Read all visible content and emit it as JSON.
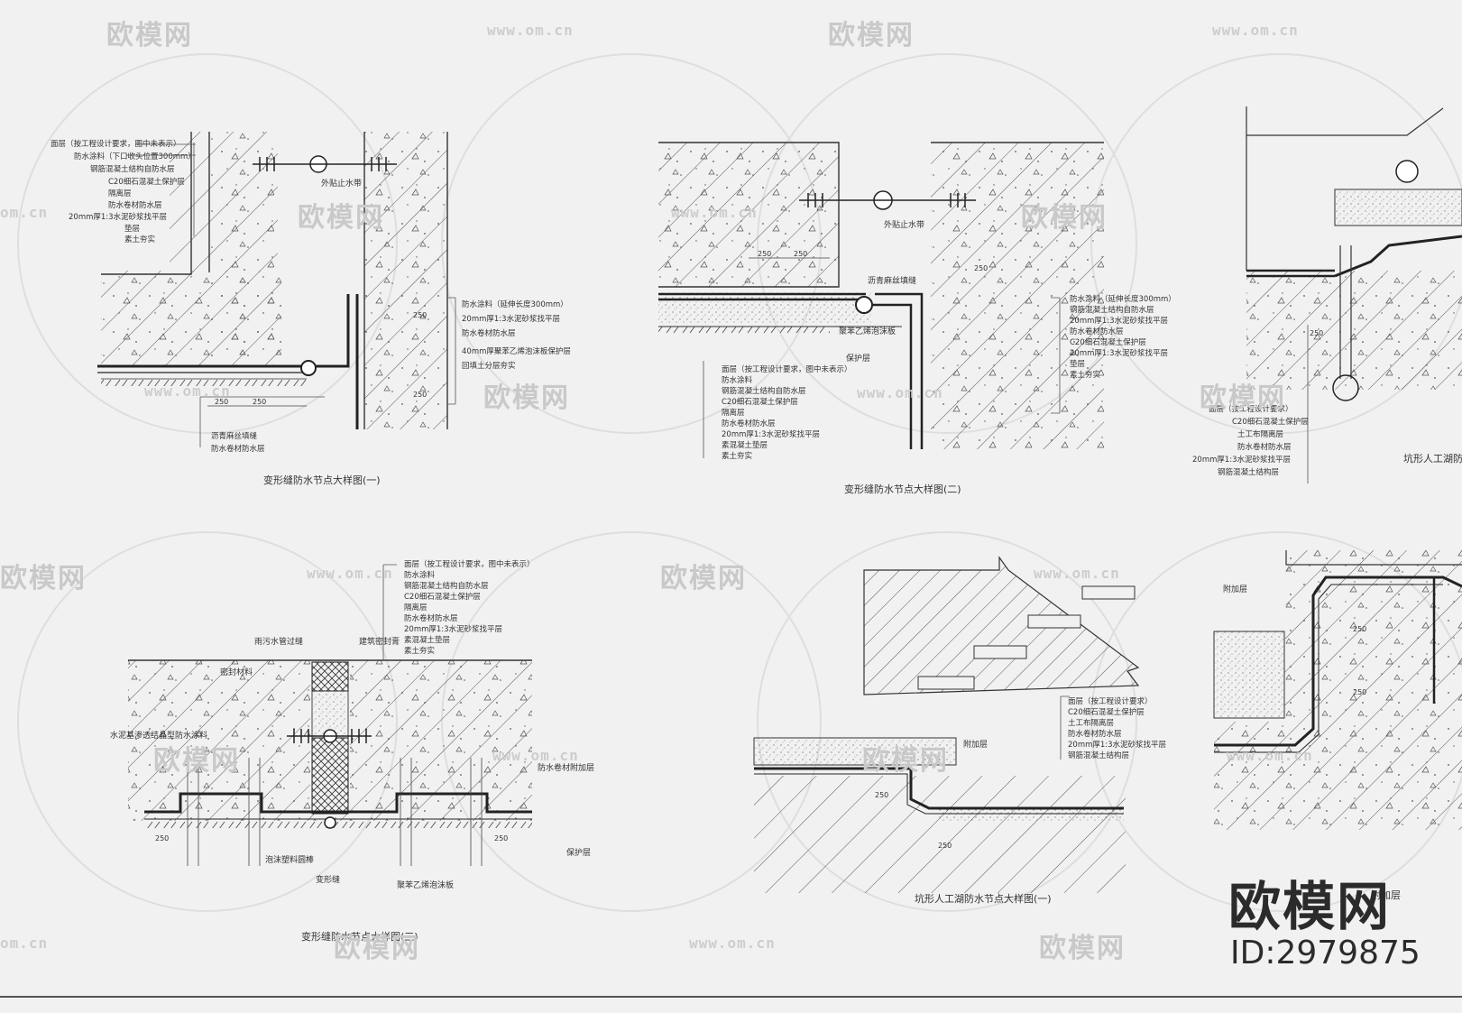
{
  "watermark": {
    "brand_text": "欧模网",
    "url_text": "www.om.cn",
    "url_fragment": "om.cn",
    "id_text": "ID:2979875"
  },
  "drawings": [
    {
      "caption": "变形缝防水节点大样图(一)",
      "callouts_top": [
        "面层（按工程设计要求，图中未表示）",
        "防水涂料（下口收头位置300mm）",
        "钢筋混凝土结构自防水层",
        "C20细石混凝土保护层",
        "隔离层",
        "防水卷材防水层",
        "20mm厚1:3水泥砂浆找平层",
        "垫层",
        "素土夯实"
      ],
      "callouts_side": [
        "防水涂料（延伸长度300mm）",
        "20mm厚1:3水泥砂浆找平层",
        "防水卷材防水层",
        "40mm厚聚苯乙烯泡沫板保护层",
        "回填土分层夯实"
      ],
      "label_waterstop": "外贴止水带",
      "callouts_bottom": [
        "沥青麻丝填缝",
        "防水卷材防水层"
      ],
      "dims": [
        "250",
        "250",
        "250",
        "250"
      ]
    },
    {
      "caption": "变形缝防水节点大样图(二)",
      "label_waterstop": "外贴止水带",
      "label_sealant": "沥青麻丝填缝",
      "label_foam": "聚苯乙烯泡沫板",
      "label_protect": "保护层",
      "callouts_side": [
        "防水涂料（延伸长度300mm）",
        "钢筋混凝土结构自防水层",
        "20mm厚1:3水泥砂浆找平层",
        "防水卷材防水层",
        "C20细石混凝土保护层",
        "20mm厚1:3水泥砂浆找平层",
        "垫层",
        "素土夯实"
      ],
      "callouts_bottom": [
        "面层（按工程设计要求，图中未表示）",
        "防水涂料",
        "钢筋混凝土结构自防水层",
        "C20细石混凝土保护层",
        "隔离层",
        "防水卷材防水层",
        "20mm厚1:3水泥砂浆找平层",
        "素混凝土垫层",
        "素土夯实"
      ],
      "dims": [
        "250",
        "250",
        "250"
      ]
    },
    {
      "caption": "坑形人工湖防水节点大样图",
      "callouts": [
        "面层（按工程设计要求）",
        "C20细石混凝土保护层",
        "土工布隔离层",
        "防水卷材防水层",
        "20mm厚1:3水泥砂浆找平层",
        "钢筋混凝土结构层"
      ],
      "dims": [
        "250"
      ]
    },
    {
      "caption": "变形缝防水节点大样图(三)",
      "callouts_top": [
        "面层（按工程设计要求，图中未表示）",
        "防水涂料",
        "钢筋混凝土结构自防水层",
        "C20细石混凝土保护层",
        "隔离层",
        "防水卷材防水层",
        "20mm厚1:3水泥砂浆找平层",
        "素混凝土垫层",
        "素土夯实"
      ],
      "label_pipe": "雨污水管过缝",
      "label_backfill": "建筑密封膏",
      "label_grout": "密封材料",
      "label_left": "水泥基渗透结晶型防水涂料",
      "label_right": "防水卷材附加层",
      "label_foam": "泡沫塑料圆棒",
      "label_gap": "变形缝",
      "label_board": "聚苯乙烯泡沫板",
      "label_protect": "保护层",
      "dims": [
        "250",
        "250"
      ]
    },
    {
      "caption": "坑形人工湖防水节点大样图(一)",
      "callouts": [
        "面层（按工程设计要求）",
        "C20细石混凝土保护层",
        "土工布隔离层",
        "防水卷材防水层",
        "20mm厚1:3水泥砂浆找平层",
        "钢筋混凝土结构层"
      ],
      "label_extra": "附加层",
      "dims": [
        "250",
        "250"
      ]
    },
    {
      "caption": "附加层",
      "label_extra": "附加层",
      "dims": [
        "250",
        "250"
      ]
    }
  ]
}
